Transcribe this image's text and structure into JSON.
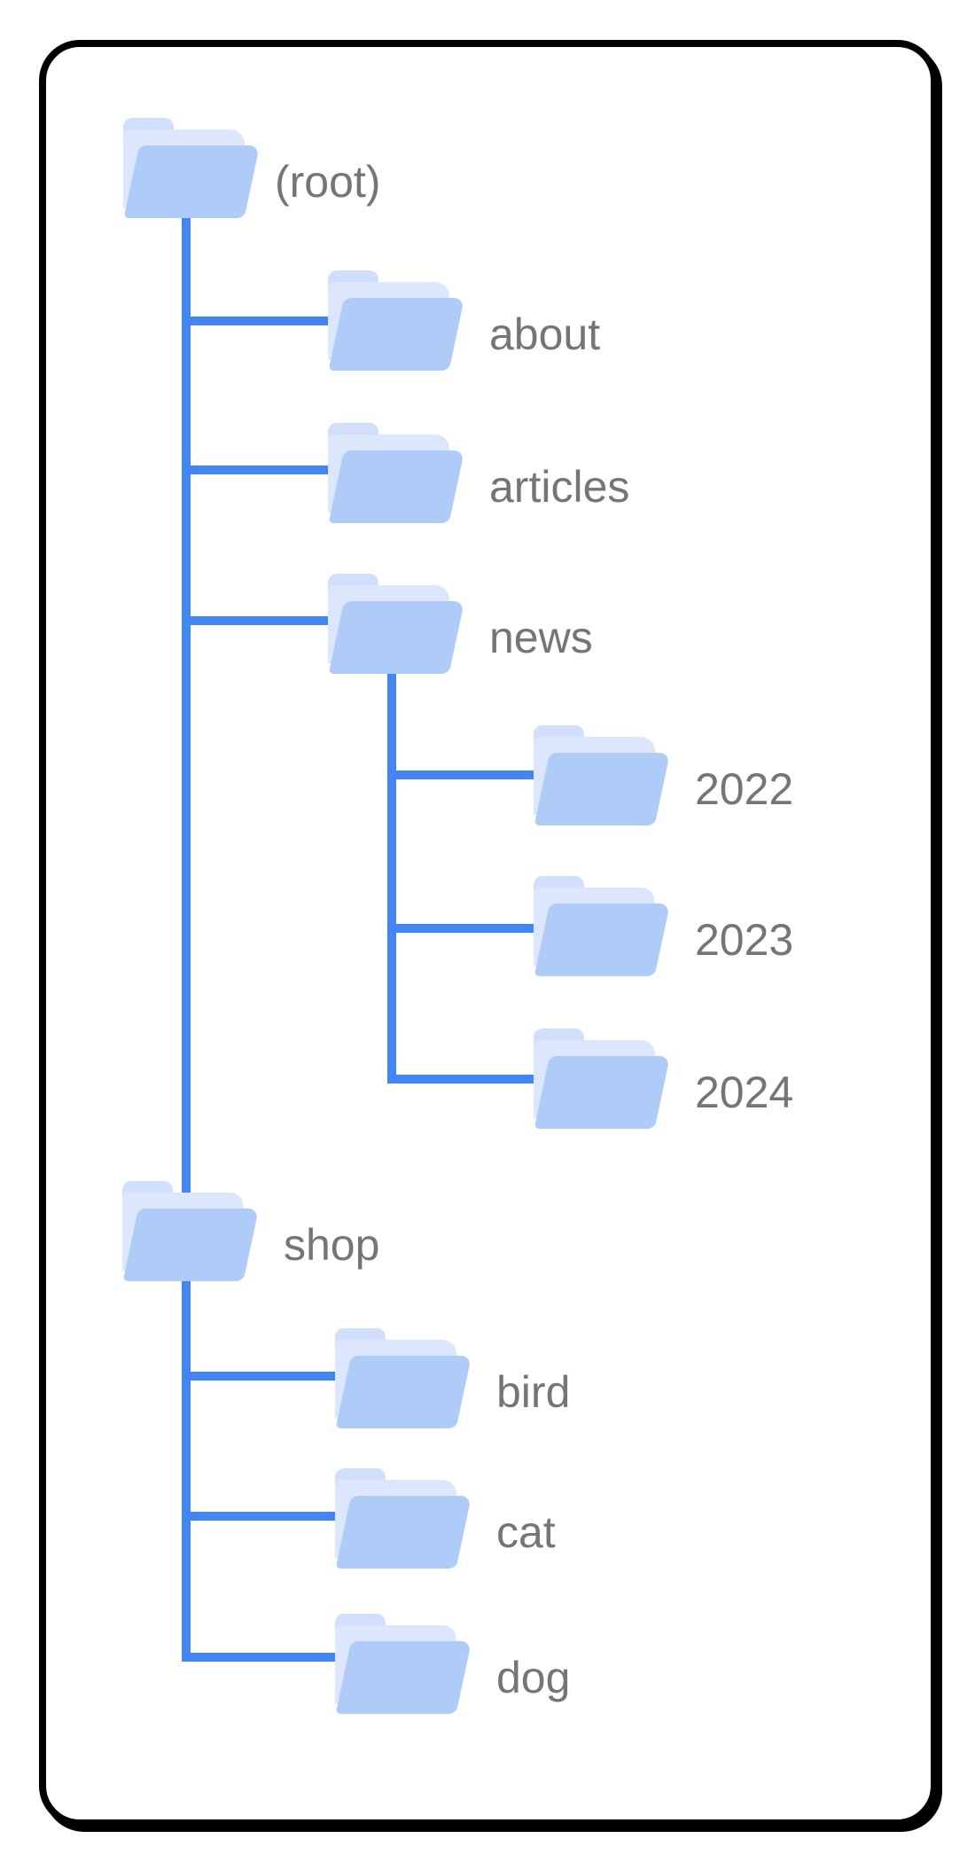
{
  "card": {
    "background": "#ffffff",
    "border_color": "#000000"
  },
  "colors": {
    "connector_blue": "#4285f4",
    "folder_front": "#afccf9",
    "folder_back_sheet": "#dce7fd",
    "folder_tab": "#d0dffb",
    "label_gray": "#757575"
  },
  "tree": {
    "label": "(root)",
    "children": [
      {
        "label": "about",
        "children": []
      },
      {
        "label": "articles",
        "children": []
      },
      {
        "label": "news",
        "children": [
          {
            "label": "2022"
          },
          {
            "label": "2023"
          },
          {
            "label": "2024"
          }
        ]
      },
      {
        "label": "shop",
        "children": [
          {
            "label": "bird"
          },
          {
            "label": "cat"
          },
          {
            "label": "dog"
          }
        ]
      }
    ]
  }
}
